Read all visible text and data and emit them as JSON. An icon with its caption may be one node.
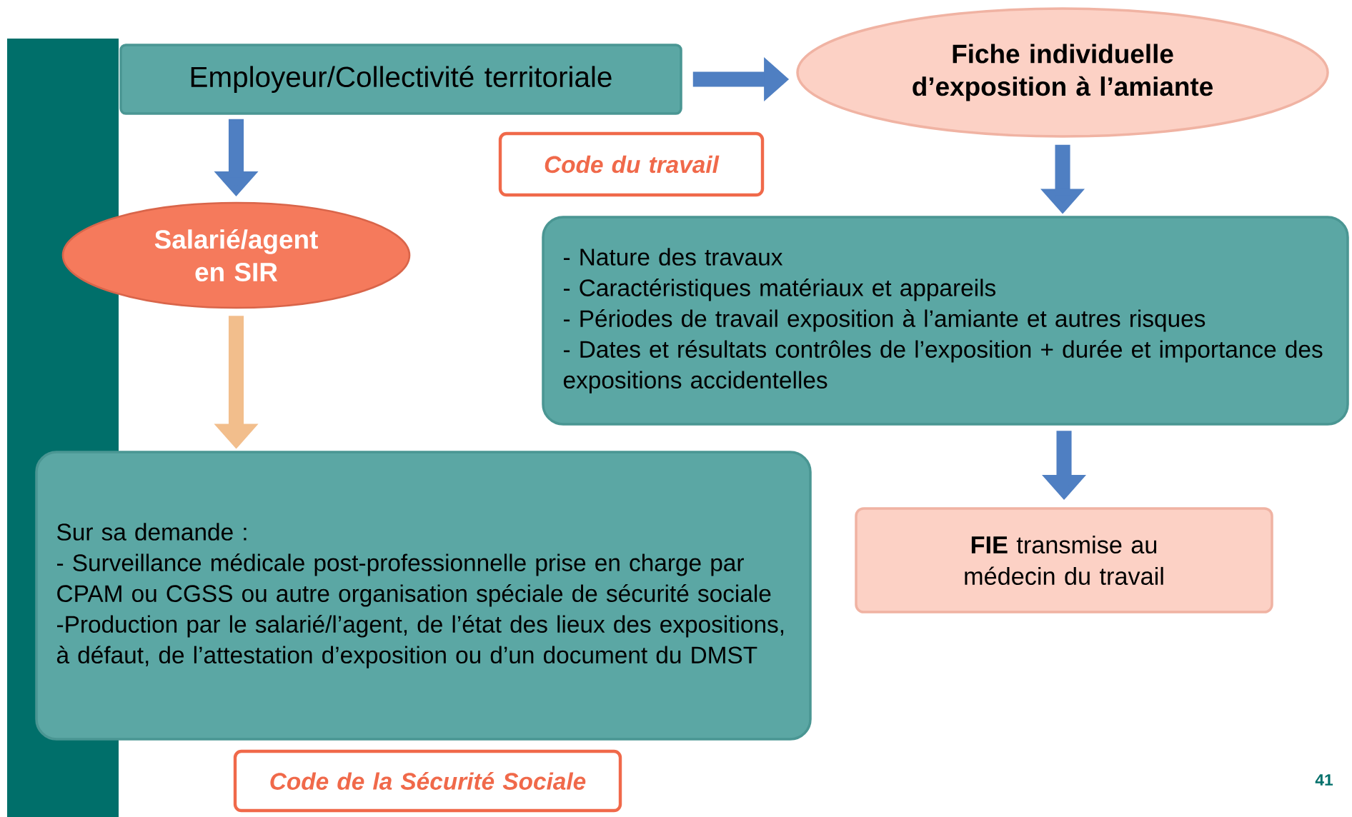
{
  "diagram": {
    "nodes": [
      {
        "text": [
          "Employeur/Collectivité territoriale"
        ]
      },
      {
        "text": [
          "Fiche individuelle d’exposition à l’amiante"
        ]
      },
      {
        "text": [
          "Code du travail"
        ]
      },
      {
        "text": [
          "Salarié/agent en SIR"
        ]
      },
      {
        "text": [
          "- Nature des travaux",
          "- Caractéristiques matériaux et appareils",
          "- Périodes de travail exposition à l’amiante et autres risques",
          "- Dates et résultats contrôles de l’exposition + durée et importance des expositions accidentelles"
        ]
      },
      {
        "text": [
          "Sur sa demande :",
          "- Surveillance médicale post-professionnelle prise en charge par CPAM ou CGSS ou autre organisation spéciale de sécurité sociale",
          "-Production par le salarié/l’agent, de l’état des lieux des expositions, à défaut, de l’attestation d’exposition ou d’un document du DMST"
        ]
      },
      {
        "text": [
          "**FIE** transmise au médecin du travail"
        ]
      },
      {
        "text": [
          "Code de la Sécurité Sociale"
        ]
      }
    ],
    "edges": [
      {
        "from": 0,
        "to": 1,
        "arrow": "to"
      },
      {
        "from": 0,
        "to": 3,
        "arrow": "to"
      },
      {
        "from": 1,
        "to": 4,
        "arrow": "to"
      },
      {
        "from": 4,
        "to": 6,
        "arrow": "to"
      },
      {
        "from": 3,
        "to": 5,
        "arrow": "to",
        "color": "#f2be8c"
      }
    ],
    "labels": [
      "41"
    ]
  }
}
